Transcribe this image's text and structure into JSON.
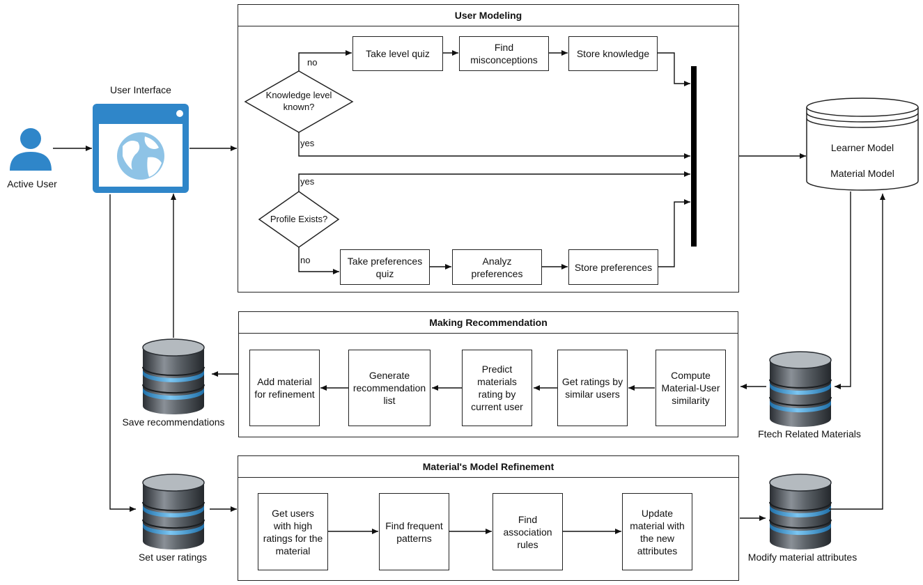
{
  "user": {
    "label": "Active User"
  },
  "ui": {
    "label": "User Interface"
  },
  "user_modeling": {
    "title": "User Modeling",
    "decision_knowledge": "Knowledge level\nknown?",
    "decision_profile": "Profile Exists?",
    "no_label_1": "no",
    "yes_label_1": "yes",
    "yes_label_2": "yes",
    "no_label_2": "no",
    "take_level_quiz": "Take level quiz",
    "find_misconceptions": "Find\nmisconceptions",
    "store_knowledge": "Store knowledge",
    "take_preferences_quiz": "Take preferences\nquiz",
    "analyz_preferences": "Analyz\npreferences",
    "store_preferences": "Store preferences"
  },
  "models_db": {
    "learner": "Learner Model",
    "material": "Material Model"
  },
  "making_recommendation": {
    "title": "Making Recommendation",
    "compute_similarity": "Compute\nMaterial-User\nsimilarity",
    "get_ratings": "Get ratings by\nsimilar users",
    "predict_ratings": "Predict\nmaterials\nrating by\ncurrent user",
    "generate_list": "Generate\nrecommendation\nlist",
    "add_material": "Add material\nfor refinement"
  },
  "refinement": {
    "title": "Material's Model Refinement",
    "get_users": "Get users\nwith high\nratings for the\nmaterial",
    "find_patterns": "Find frequent\npatterns",
    "find_rules": "Find\nassociation\nrules",
    "update_material": "Update\nmaterial with\nthe new\nattributes"
  },
  "databases": {
    "save_recommendations": "Save recommendations",
    "fetch_materials": "Ftech Related Materials",
    "set_ratings": "Set user ratings",
    "modify_attributes": "Modify material attributes"
  },
  "colors": {
    "ui_blue": "#2f86c9",
    "user_blue": "#2f86c9",
    "globe": "#8ec3e6",
    "db_dark": "#3a3f44",
    "db_band": "#4aa3df"
  }
}
